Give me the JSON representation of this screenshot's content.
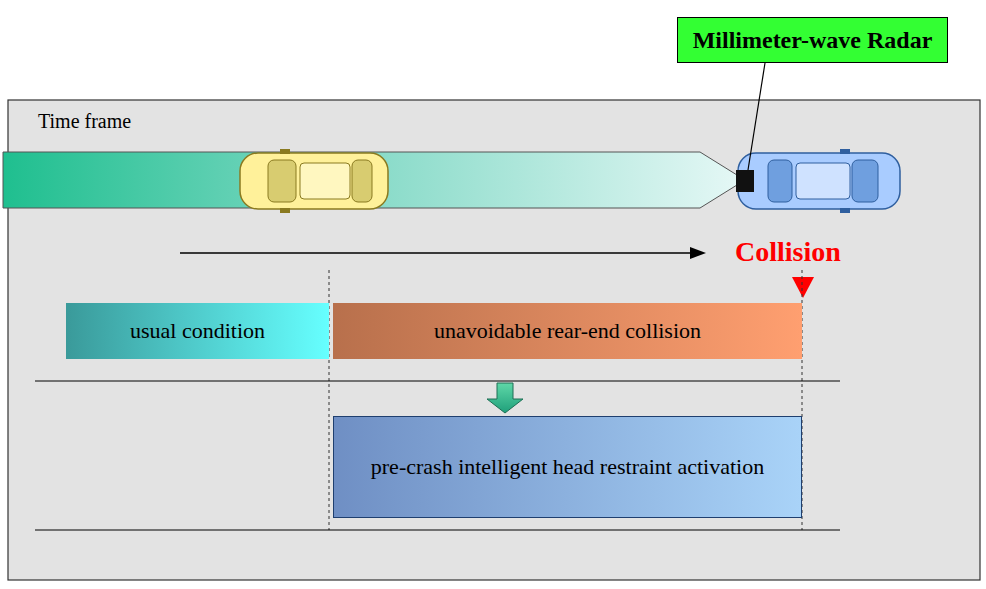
{
  "diagram": {
    "nodes": [
      {
        "text": [
          "Millimeter-wave Radar"
        ]
      },
      {
        "text": [
          "usual condition"
        ]
      },
      {
        "text": [
          "unavoidable rear-end collision"
        ]
      },
      {
        "text": [
          "pre-crash intelligent head restraint activation"
        ]
      }
    ],
    "edges": [
      {
        "from": 2,
        "to": 3,
        "arrow": "to"
      }
    ],
    "labels": [
      "Time frame",
      "Collision"
    ]
  }
}
